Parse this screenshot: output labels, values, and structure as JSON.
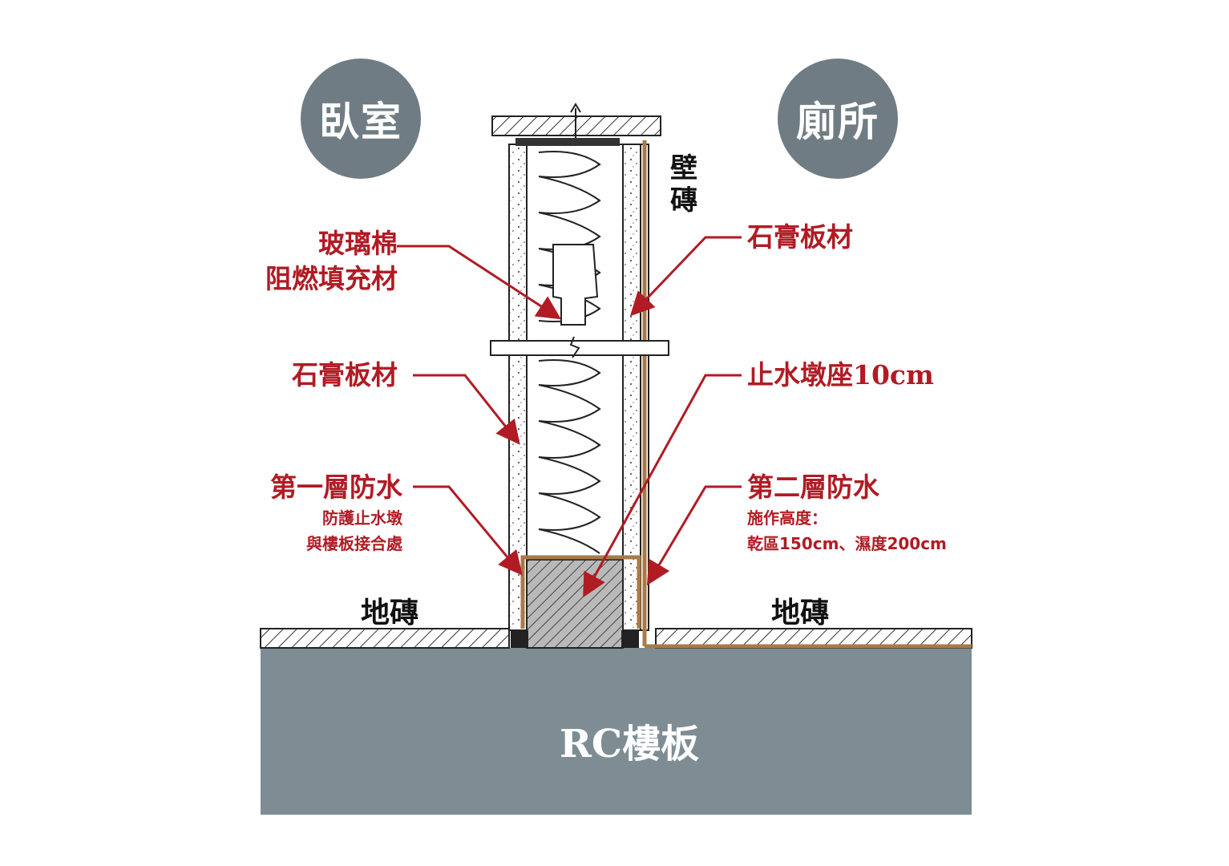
{
  "rooms": {
    "bedroom": "臥室",
    "toilet": "廁所"
  },
  "labels": {
    "glass_wool_line1": "玻璃棉",
    "glass_wool_line2": "阻燃填充材",
    "gypsum_left": "石膏板材",
    "waterproof1_title": "第一層防水",
    "waterproof1_sub1": "防護止水墩",
    "waterproof1_sub2": "與樓板接合處",
    "gypsum_right": "石膏板材",
    "curb": "止水墩座10cm",
    "waterproof2_title": "第二層防水",
    "waterproof2_sub1": "施作高度：",
    "waterproof2_sub2": "乾區150cm、濕度200cm",
    "wall_tile": "壁磚",
    "floor_tile_left": "地磚",
    "floor_tile_right": "地磚",
    "slab": "RC樓板"
  },
  "colors": {
    "label_red": "#b11b24",
    "badge_gray": "#6f7c83",
    "slab_gray": "#7e8d94",
    "membrane_brown": "#a87a4a"
  }
}
